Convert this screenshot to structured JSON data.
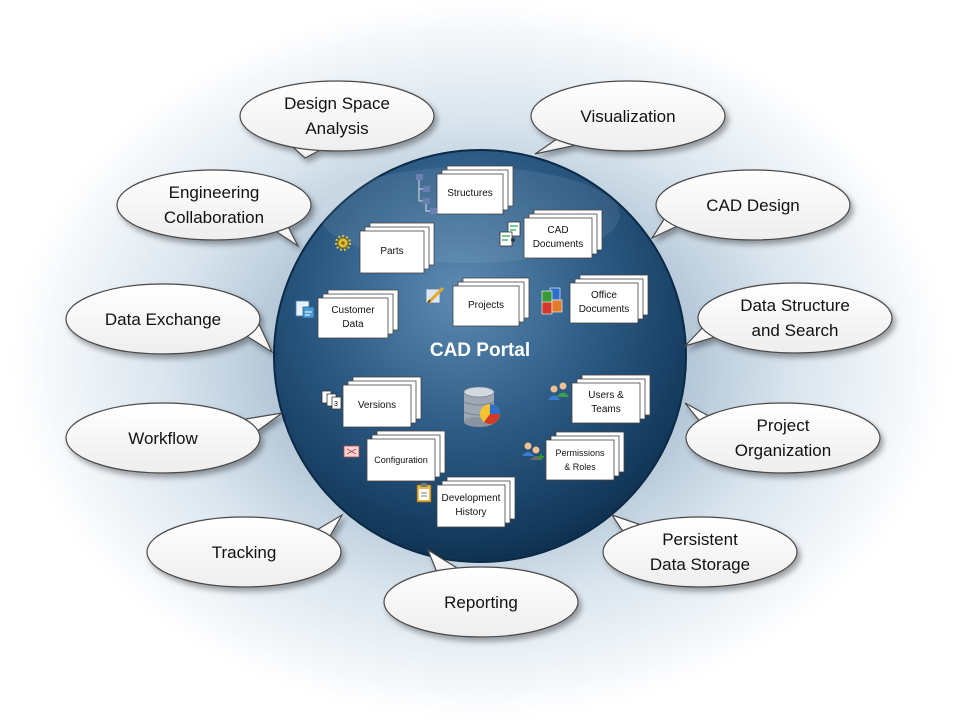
{
  "title": "CAD Portal",
  "bubbles": {
    "design_space_analysis": "Design Space\nAnalysis",
    "visualization": "Visualization",
    "engineering_collaboration": "Engineering\nCollaboration",
    "cad_design": "CAD  Design",
    "data_exchange": "Data Exchange",
    "data_structure_search": "Data Structure\nand Search",
    "workflow": "Workflow",
    "project_organization": "Project\nOrganization",
    "tracking": "Tracking",
    "persistent_data_storage": "Persistent\nData Storage",
    "reporting": "Reporting"
  },
  "documents": {
    "structures": "Structures",
    "cad_documents": "CAD\nDocuments",
    "parts": "Parts",
    "customer_data": "Customer\nData",
    "projects": "Projects",
    "office_documents": "Office\nDocuments",
    "versions": "Versions",
    "users_teams": "Users &\nTeams",
    "configuration": "Configuration",
    "permissions_roles": "Permissions\n& Roles",
    "development_history": "Development\nHistory"
  },
  "icons": {
    "structures": "tree-icon",
    "cad_documents": "cad-file-icon",
    "parts": "gear-icon",
    "customer_data": "customer-file-icon",
    "projects": "pencil-icon",
    "office_documents": "office-files-icon",
    "versions": "version-pages-icon",
    "users_teams": "users-icon",
    "configuration": "configuration-icon",
    "permissions_roles": "permissions-icon",
    "development_history": "clipboard-icon",
    "center": "database-chart-icon"
  },
  "colors": {
    "sphere_dark": "#0f3455",
    "sphere_light": "#4f7ea6",
    "bubble_fill": "#ffffff",
    "bubble_stroke": "#4a4a4a"
  }
}
